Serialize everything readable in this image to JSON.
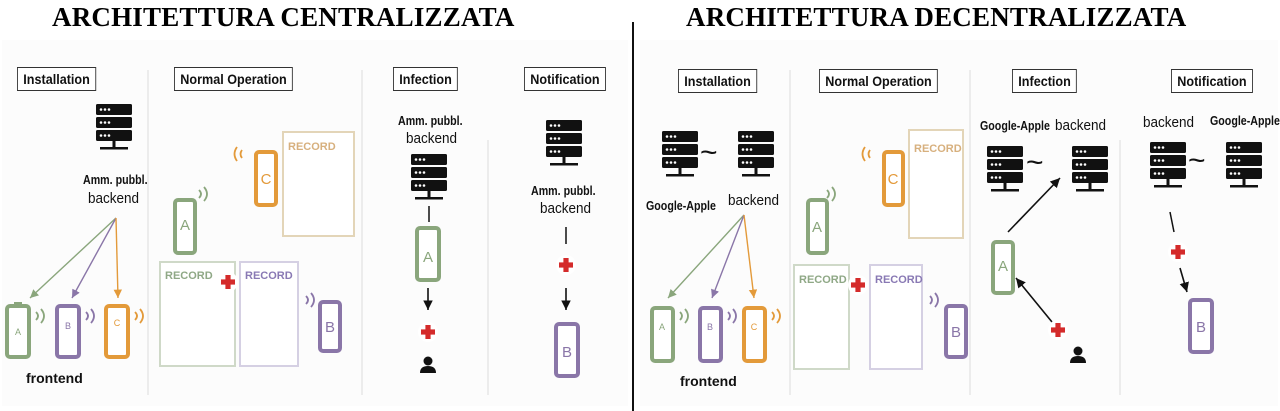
{
  "titles": {
    "centralized": "ARCHITETTURA CENTRALIZZATA",
    "decentralized": "ARCHITETTURA DECENTRALIZZATA"
  },
  "phases": {
    "installation": "Installation",
    "normal_operation": "Normal Operation",
    "infection": "Infection",
    "notification": "Notification"
  },
  "labels": {
    "amm_pubbl": "Amm. pubbl.",
    "backend": "backend",
    "frontend": "frontend",
    "google_apple": "Google-Apple",
    "record": "RECORD",
    "tilde": "~"
  },
  "phones": {
    "a": "A",
    "b": "B",
    "c": "C"
  },
  "colors": {
    "phone_a": "#8aa67c",
    "phone_b": "#8a76a8",
    "phone_c": "#e39a3a",
    "record_a": "#8fa886",
    "record_b": "#8979b4",
    "record_c": "#d7b07e",
    "cross": "#d42b2b",
    "server": "#111111"
  }
}
